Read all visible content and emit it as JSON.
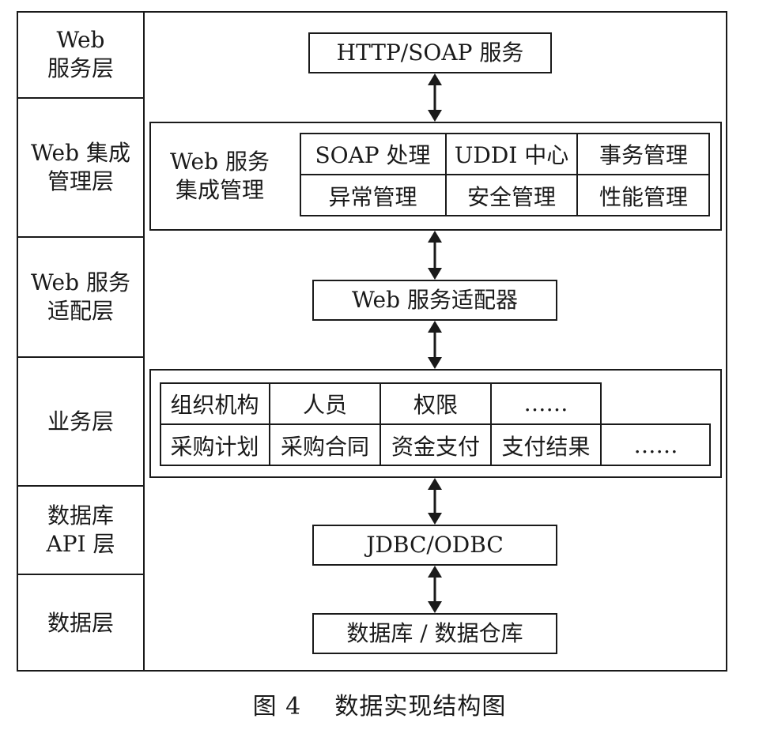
{
  "layers": [
    {
      "label": "Web\n服务层"
    },
    {
      "label": "Web 集成\n管理层"
    },
    {
      "label": "Web 服务\n适配层"
    },
    {
      "label": "业务层"
    },
    {
      "label": "数据库\nAPI 层"
    },
    {
      "label": "数据层"
    }
  ],
  "web_service_box": {
    "label": "HTTP/SOAP 服务"
  },
  "integration": {
    "title": "Web 服务\n集成管理",
    "cells": [
      "SOAP 处理",
      "UDDI 中心",
      "事务管理",
      "异常管理",
      "安全管理",
      "性能管理"
    ]
  },
  "adapter_box": {
    "label": "Web 服务适配器"
  },
  "business": {
    "row1": [
      "组织机构",
      "人员",
      "权限",
      "……"
    ],
    "row2": [
      "采购计划",
      "采购合同",
      "资金支付",
      "支付结果",
      "……"
    ]
  },
  "api_box": {
    "label": "JDBC/ODBC"
  },
  "data_box": {
    "label": "数据库 / 数据仓库"
  },
  "caption": {
    "fig": "图 4",
    "title": "数据实现结构图"
  }
}
